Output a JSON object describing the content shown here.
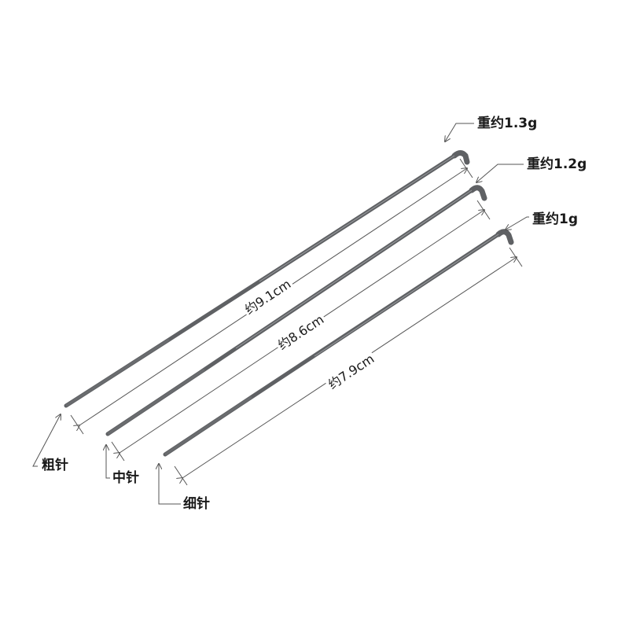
{
  "needles": [
    {
      "name": "粗针",
      "weight_label": "重约1.3g",
      "length_label": "约9.1cm"
    },
    {
      "name": "中针",
      "weight_label": "重约1.2g",
      "length_label": "约8.6cm"
    },
    {
      "name": "细针",
      "weight_label": "重约1g",
      "length_label": "约7.9cm"
    }
  ],
  "colors": {
    "needle": "#5f6164",
    "needle_highlight": "#9a9c9f",
    "annotation_line": "#555555",
    "text": "#1a1a1a"
  }
}
